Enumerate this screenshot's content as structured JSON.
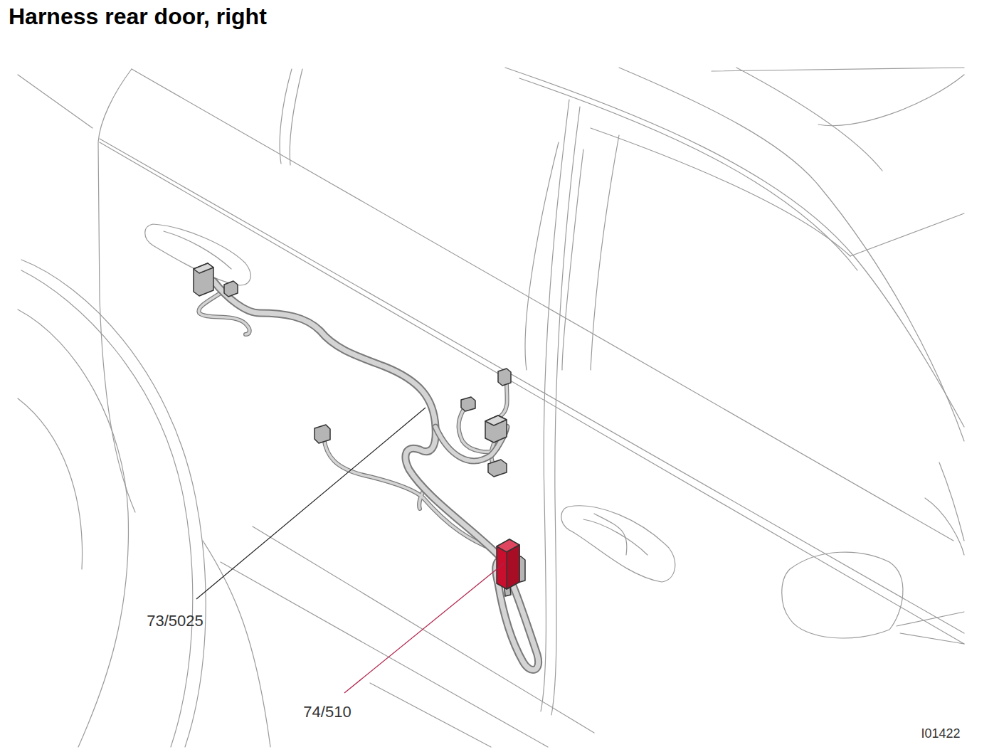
{
  "diagram": {
    "title": "Harness rear door, right",
    "labels": [
      "73/5025",
      "74/510",
      "I01422"
    ]
  }
}
